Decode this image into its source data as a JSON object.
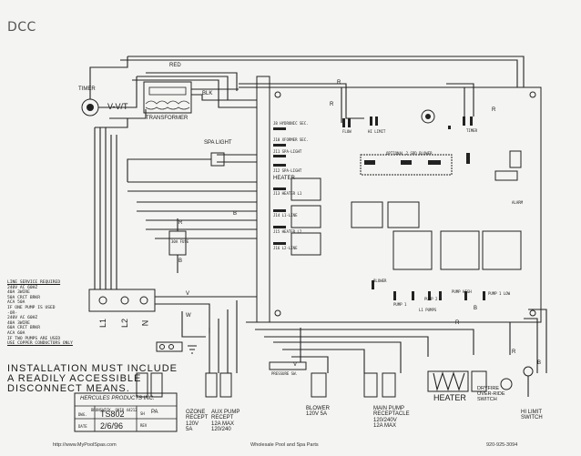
{
  "header_tag": "DCC",
  "labels": {
    "timer": "TIMER",
    "vvt": "V-V/T",
    "red": "RED",
    "blk": "BLK",
    "transformer": "TRANSFORMER",
    "spa_light": "SPA LIGHT",
    "heater_label": "HEATER",
    "fuse": "30A FUSE",
    "r": "R",
    "b": "B",
    "v": "V",
    "w": "W",
    "optional_blower": "OPTIONAL 2 SPD BLOWER",
    "alarm": "ALARM",
    "flow": "FLOW",
    "hi_limit_board": "HI LIMIT",
    "timer_board": "TIMER",
    "pump1": "PUMP 1",
    "l1_pumps": "L1 PUMPS",
    "pump2": "PUMP 2",
    "pump_high": "PUMP HIGH",
    "pump_low": "PUMP 1 LOW",
    "blower_j": "BLOWER",
    "pressure_sw": "PRESSURE SW.",
    "heater_bottom": "HEATER",
    "dryfire": "DRYFIRE OVER-RIDE SWITCH",
    "hi_limit_switch": "HI LIMIT SWITCH"
  },
  "board_headers": [
    "J8 HYDRONIC SEC.",
    "J10 XFORMER SEC.",
    "J11 SPA-LIGHT",
    "J12 SPA-LIGHT",
    "J13 HEATER L1",
    "J14 L1-LINE",
    "J15 HEATER L2",
    "J16 L2-LINE"
  ],
  "service_notes": [
    "LINE SERVICE REQUIRED",
    "240V AC 60HZ",
    "40A 3WIRE",
    "50A CRCT BRKR",
    "ACA 50A",
    "IF ONE PUMP IS USED",
    "-OR-",
    "240V AC 60HZ",
    "40A 3WIRE",
    "60A CRCT BRKR",
    "ACA 60A",
    "IF TWO PUMPS ARE USED",
    "USE COPPER CONDUCTORS ONLY"
  ],
  "terminals": [
    "L1",
    "L2",
    "N"
  ],
  "install_note": [
    "INSTALLATION MUST INCLUDE",
    "A READILY ACCESSIBLE",
    "DISCONNECT MEANS."
  ],
  "title_block": {
    "company": "HERCULES PRODUCTS INC.",
    "city": "BRUNSWICK, OHIO 44212",
    "dwg_label": "DWG.",
    "dwg_no": "TS802",
    "sh_label": "SH",
    "sh_val": "PA",
    "date_label": "DATE",
    "date": "2/6/96",
    "rev_label": "REV"
  },
  "bottom_devices": {
    "ozone": [
      "OZONE",
      "RECEPT",
      "120V",
      "5A"
    ],
    "aux_pump": [
      "AUX PUMP",
      "RECEPT",
      "12A MAX",
      "120/240"
    ],
    "blower": [
      "BLOWER",
      "120V 5A"
    ],
    "main_pump": [
      "MAIN PUMP",
      "RECEPTACLE",
      "120/240V",
      "12A MAX"
    ]
  },
  "footer": {
    "url": "http://www.MyPoolSpas.com",
    "center": "Wholesale Pool and Spa Parts",
    "phone": "920-925-3094"
  }
}
